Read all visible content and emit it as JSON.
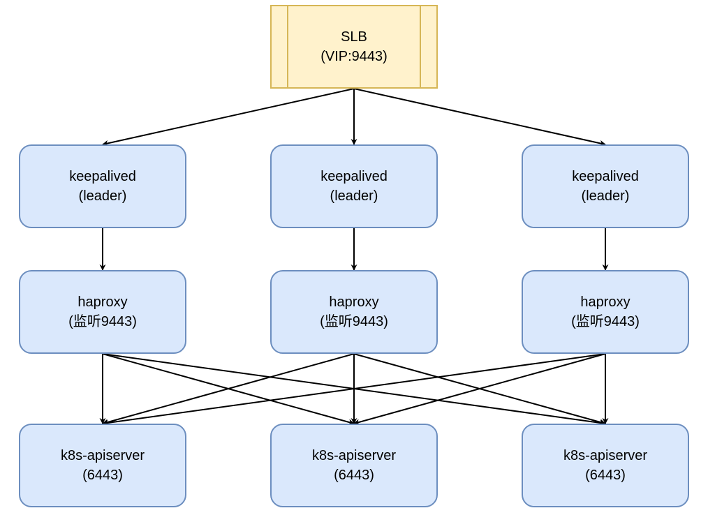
{
  "slb": {
    "line1": "SLB",
    "line2": "(VIP:9443)"
  },
  "keepalived": [
    {
      "line1": "keepalived",
      "line2": "(leader)"
    },
    {
      "line1": "keepalived",
      "line2": "(leader)"
    },
    {
      "line1": "keepalived",
      "line2": "(leader)"
    }
  ],
  "haproxy": [
    {
      "line1": "haproxy",
      "line2": "(监听9443)"
    },
    {
      "line1": "haproxy",
      "line2": "(监听9443)"
    },
    {
      "line1": "haproxy",
      "line2": "(监听9443)"
    }
  ],
  "apiserver": [
    {
      "line1": "k8s-apiserver",
      "line2": "(6443)"
    },
    {
      "line1": "k8s-apiserver",
      "line2": "(6443)"
    },
    {
      "line1": "k8s-apiserver",
      "line2": "(6443)"
    }
  ],
  "edges": [
    {
      "from": "slb",
      "to": "keepalived-0"
    },
    {
      "from": "slb",
      "to": "keepalived-1"
    },
    {
      "from": "slb",
      "to": "keepalived-2"
    },
    {
      "from": "keepalived-0",
      "to": "haproxy-0"
    },
    {
      "from": "keepalived-1",
      "to": "haproxy-1"
    },
    {
      "from": "keepalived-2",
      "to": "haproxy-2"
    },
    {
      "from": "haproxy-0",
      "to": "apiserver-0"
    },
    {
      "from": "haproxy-0",
      "to": "apiserver-1"
    },
    {
      "from": "haproxy-0",
      "to": "apiserver-2"
    },
    {
      "from": "haproxy-1",
      "to": "apiserver-0"
    },
    {
      "from": "haproxy-1",
      "to": "apiserver-1"
    },
    {
      "from": "haproxy-1",
      "to": "apiserver-2"
    },
    {
      "from": "haproxy-2",
      "to": "apiserver-0"
    },
    {
      "from": "haproxy-2",
      "to": "apiserver-1"
    },
    {
      "from": "haproxy-2",
      "to": "apiserver-2"
    }
  ],
  "colors": {
    "slb_fill": "#fff2cc",
    "slb_stroke": "#d6b656",
    "node_fill": "#dae8fc",
    "node_stroke": "#6c8ebf",
    "edge": "#000000"
  }
}
